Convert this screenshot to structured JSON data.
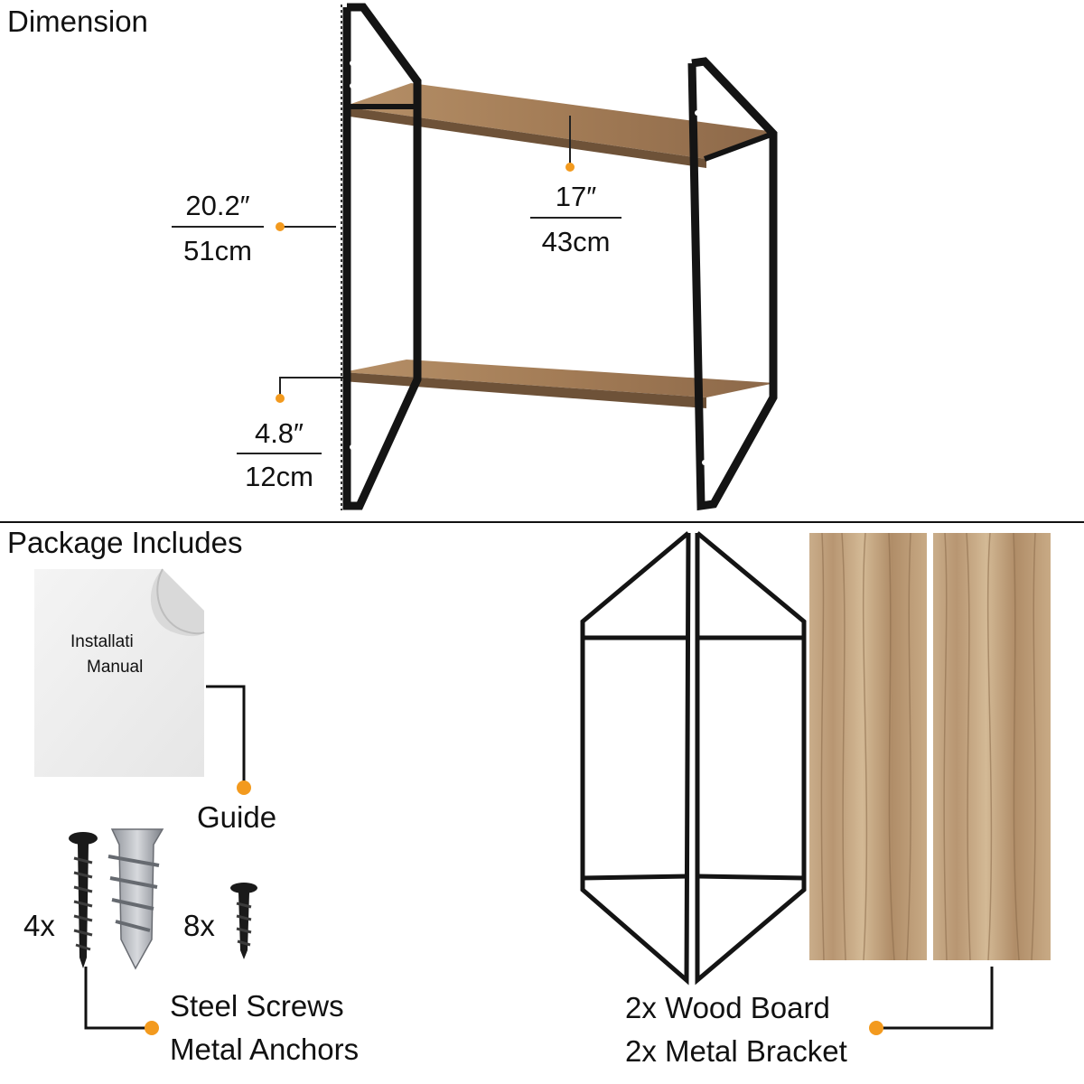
{
  "sections": {
    "dimension_title": "Dimension",
    "package_title": "Package Includes"
  },
  "dimensions": {
    "height_in": "20.2″",
    "height_cm": "51cm",
    "width_in": "17″",
    "width_cm": "43cm",
    "depth_in": "4.8″",
    "depth_cm": "12cm"
  },
  "package": {
    "manual_line1": "Installati",
    "manual_line2": "Manual",
    "guide_label": "Guide",
    "screws_qty": "4x",
    "anchors_qty": "8x",
    "hardware_line1": "Steel Screws",
    "hardware_line2": "Metal Anchors",
    "parts_line1": "2x Wood Board",
    "parts_line2": "2x Metal Bracket"
  },
  "colors": {
    "accent_dot": "#f39a1e",
    "metal": "#141414",
    "wood": "#b08a62"
  },
  "icons": [
    "shelf-illustration",
    "manual-page-icon",
    "screw-icon",
    "anchor-icon",
    "bracket-icon",
    "wood-board-icon"
  ]
}
